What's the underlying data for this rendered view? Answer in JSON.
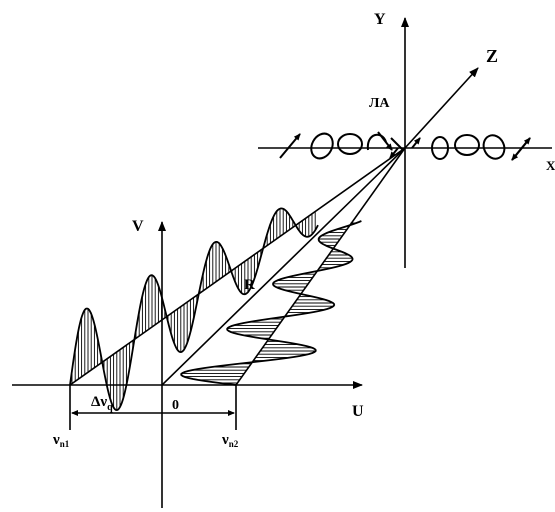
{
  "labels": {
    "y_axis": "Y",
    "z_axis": "Z",
    "x_axis": "X",
    "aircraft": "ЛА",
    "v_axis": "V",
    "u_axis": "U",
    "range": "R",
    "origin": "0",
    "nu1_main": "ν",
    "nu1_sub": "n1",
    "delta_main": "Δν",
    "delta_sub": "q",
    "nu2_main": "ν",
    "nu2_sub": "n2"
  },
  "colors": {
    "ink": "#000000",
    "background": "#ffffff"
  }
}
